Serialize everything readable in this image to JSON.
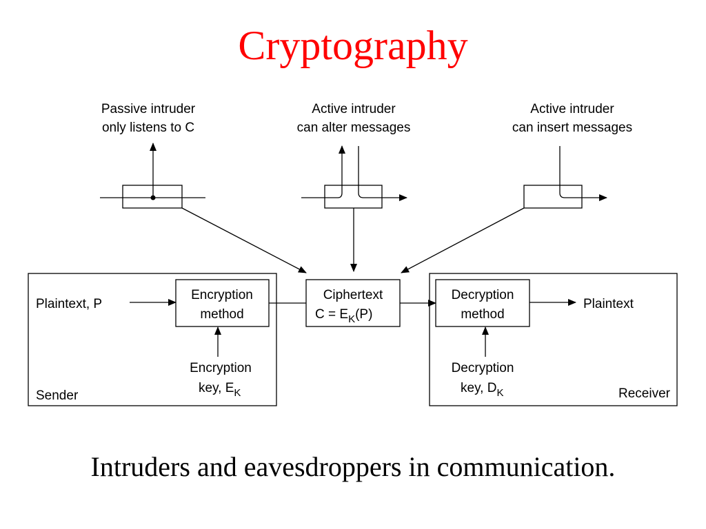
{
  "title": "Cryptography",
  "caption": "Intruders and eavesdroppers in communication.",
  "intruders": {
    "passive": {
      "line1": "Passive intruder",
      "line2": "only listens to C"
    },
    "alter": {
      "line1": "Active intruder",
      "line2": "can alter messages"
    },
    "insert": {
      "line1": "Active intruder",
      "line2": "can insert messages"
    }
  },
  "sender": {
    "label": "Sender",
    "plaintext": "Plaintext, P",
    "method": {
      "line1": "Encryption",
      "line2": "method"
    },
    "key": {
      "line1": "Encryption",
      "line2": "key, E",
      "subscript": "K"
    }
  },
  "ciphertext": {
    "line1": "Ciphertext",
    "prefix": "C = E",
    "subscript": "K",
    "suffix": "(P)"
  },
  "receiver": {
    "label": "Receiver",
    "plaintext": "Plaintext",
    "method": {
      "line1": "Decryption",
      "line2": "method"
    },
    "key": {
      "line1": "Decryption",
      "line2": "key, D",
      "subscript": "K"
    }
  }
}
